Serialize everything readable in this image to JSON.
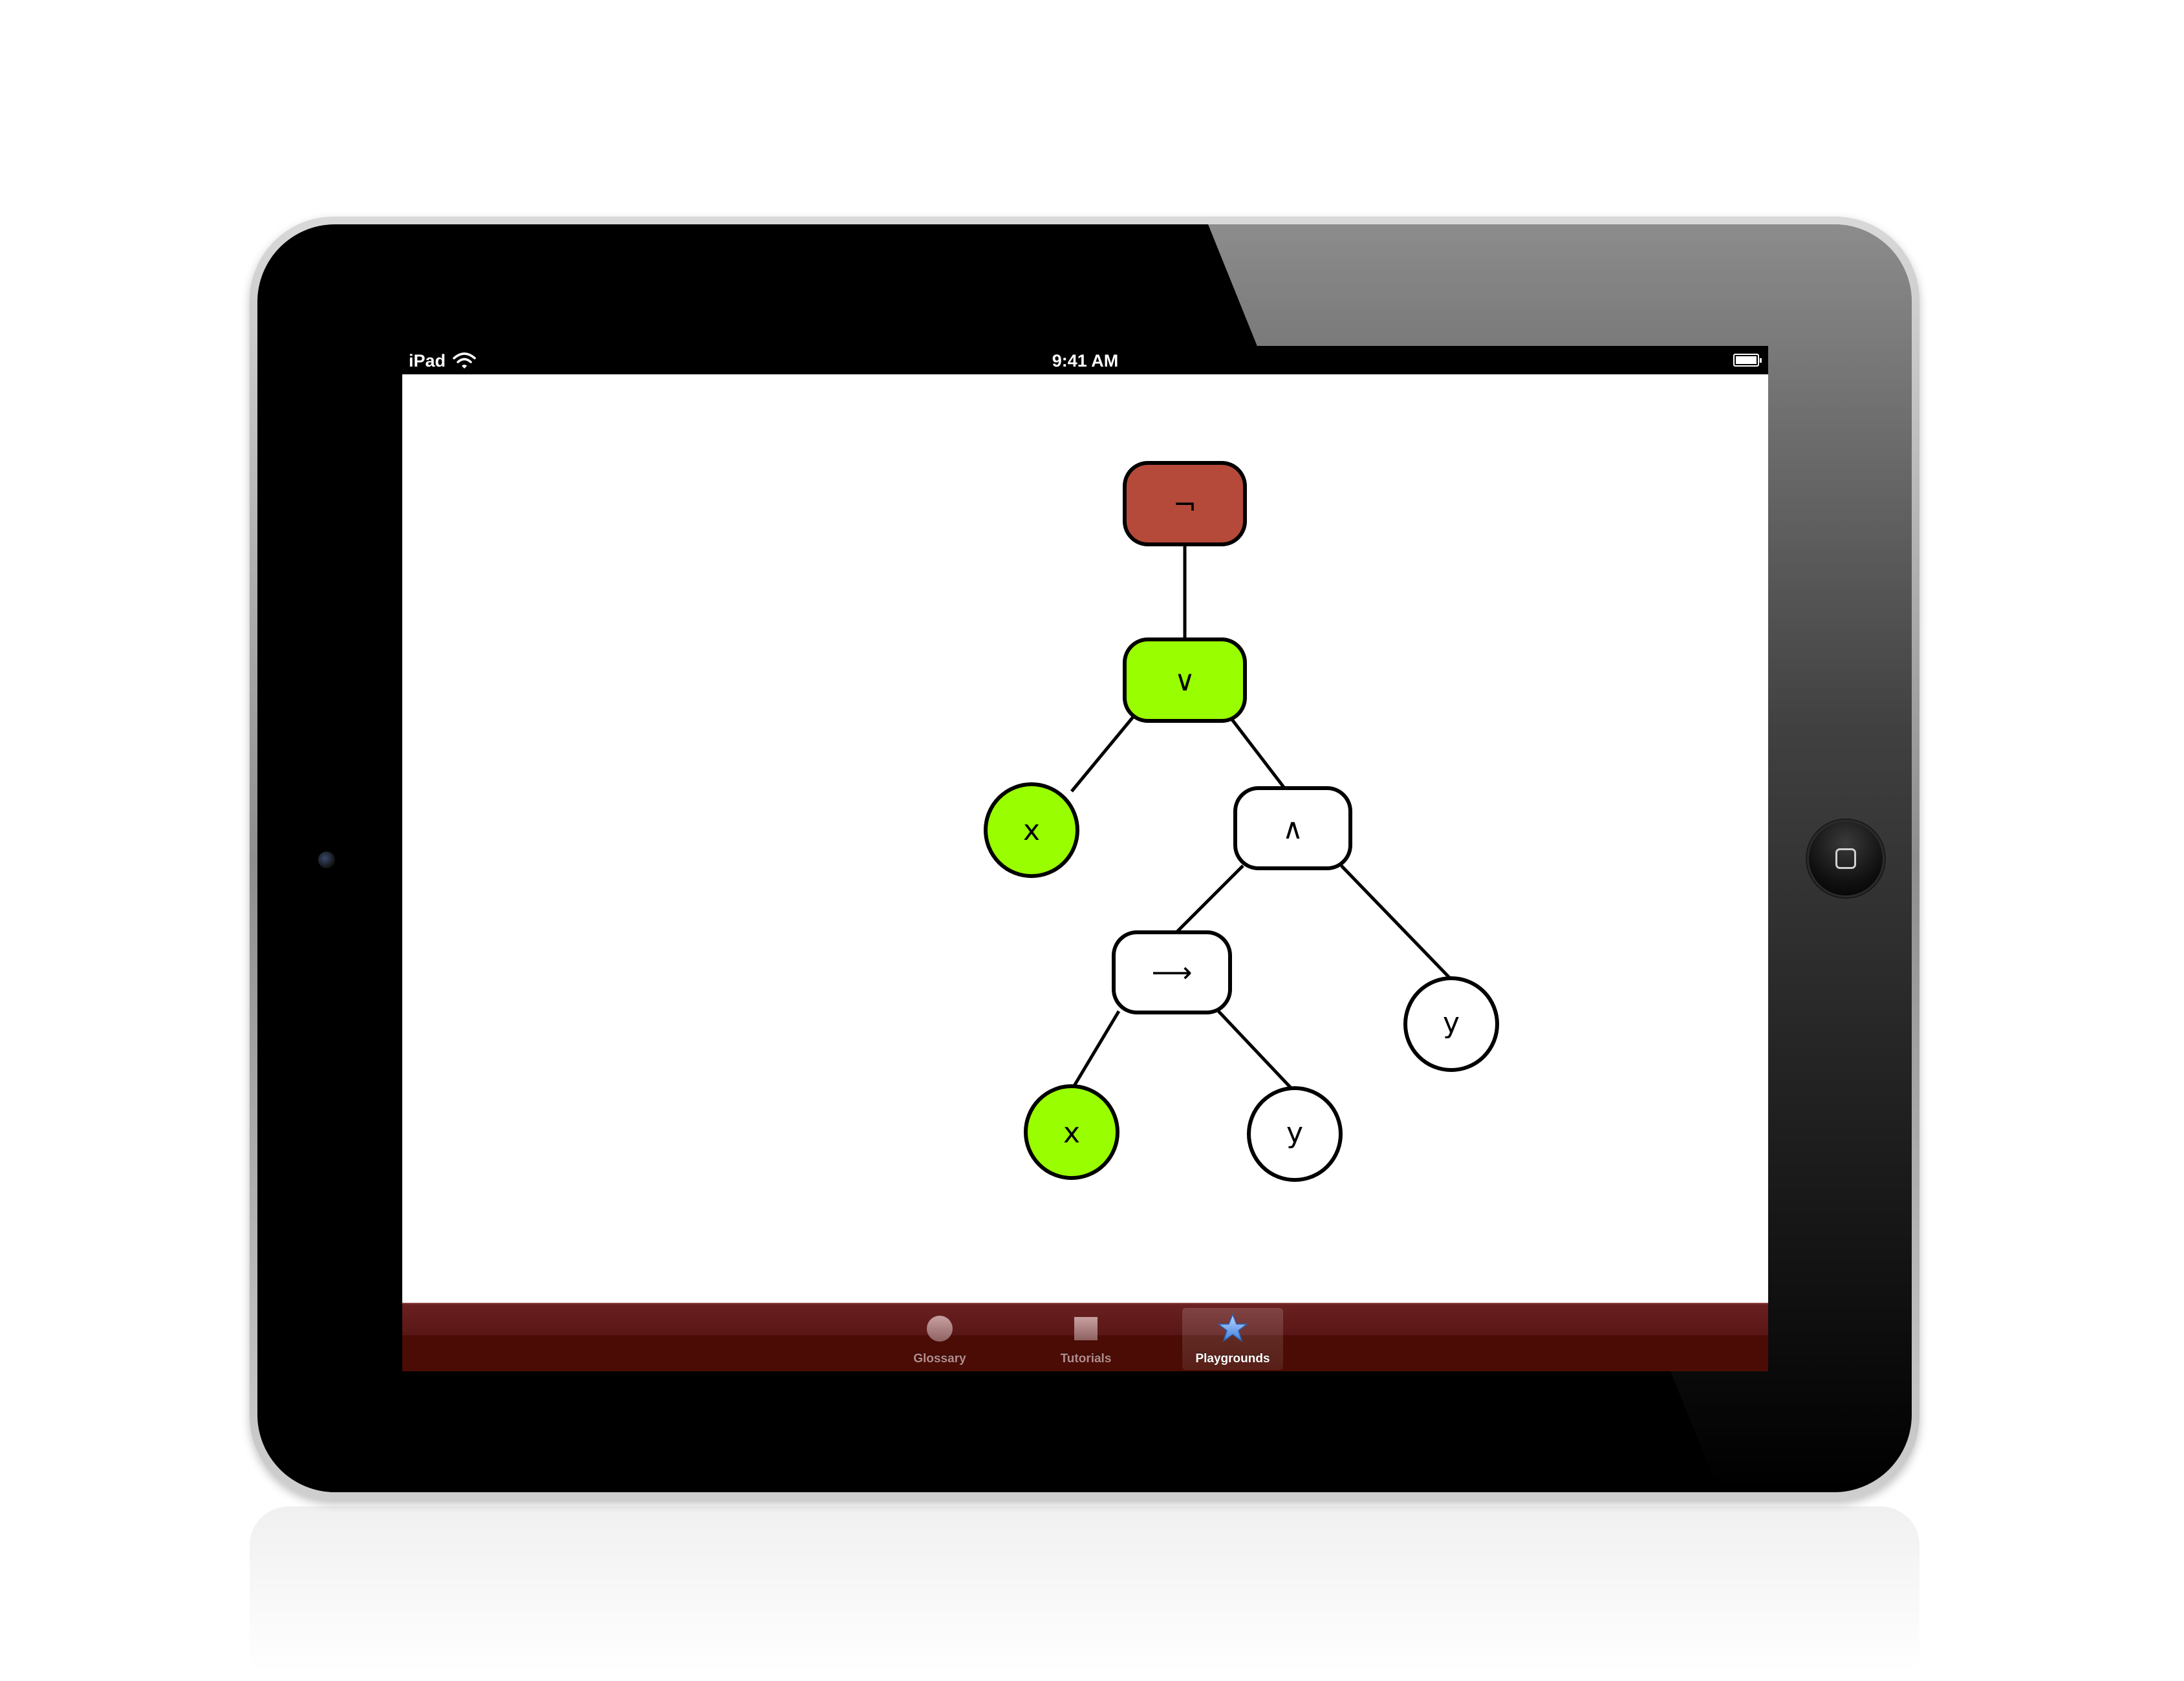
{
  "status_bar": {
    "carrier": "iPad",
    "time": "9:41 AM",
    "wifi_icon": "wifi-icon",
    "battery_icon": "battery-icon"
  },
  "expression_tree": {
    "colors": {
      "root": "#b54a3a",
      "active": "#99ff00",
      "default": "#ffffff",
      "stroke": "#000000"
    },
    "nodes": {
      "not": {
        "symbol": "¬",
        "shape": "rounded-rect",
        "state": "root"
      },
      "or": {
        "symbol": "∨",
        "shape": "rounded-rect",
        "state": "active"
      },
      "x_left": {
        "symbol": "x",
        "shape": "circle",
        "state": "active"
      },
      "and": {
        "symbol": "∧",
        "shape": "rounded-rect",
        "state": "default"
      },
      "implies": {
        "symbol": "⟶",
        "shape": "rounded-rect",
        "state": "default"
      },
      "y_right": {
        "symbol": "y",
        "shape": "circle",
        "state": "default"
      },
      "x_bottom": {
        "symbol": "x",
        "shape": "circle",
        "state": "active"
      },
      "y_bottom": {
        "symbol": "y",
        "shape": "circle",
        "state": "default"
      }
    }
  },
  "tab_bar": {
    "background": "#4a0c04",
    "tabs": [
      {
        "label": "Glossary",
        "icon": "circle-icon",
        "selected": false
      },
      {
        "label": "Tutorials",
        "icon": "square-icon",
        "selected": false
      },
      {
        "label": "Playgrounds",
        "icon": "star-icon",
        "selected": true
      }
    ]
  }
}
